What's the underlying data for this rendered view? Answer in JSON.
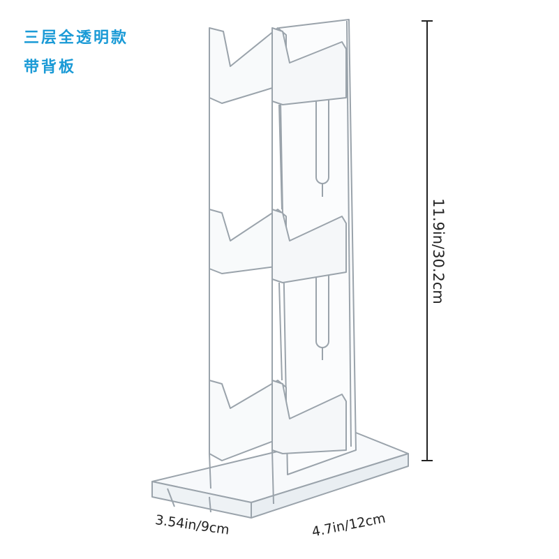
{
  "caption": {
    "line1": "三层全透明款",
    "line2": "带背板"
  },
  "dimensions": {
    "height": "11.9in/30.2cm",
    "depth": "3.54in/9cm",
    "width": "4.7in/12cm"
  },
  "colors": {
    "caption_text": "#1a9ad6",
    "dimension_line": "#222222",
    "acrylic_edge": "#9aa3ab"
  }
}
